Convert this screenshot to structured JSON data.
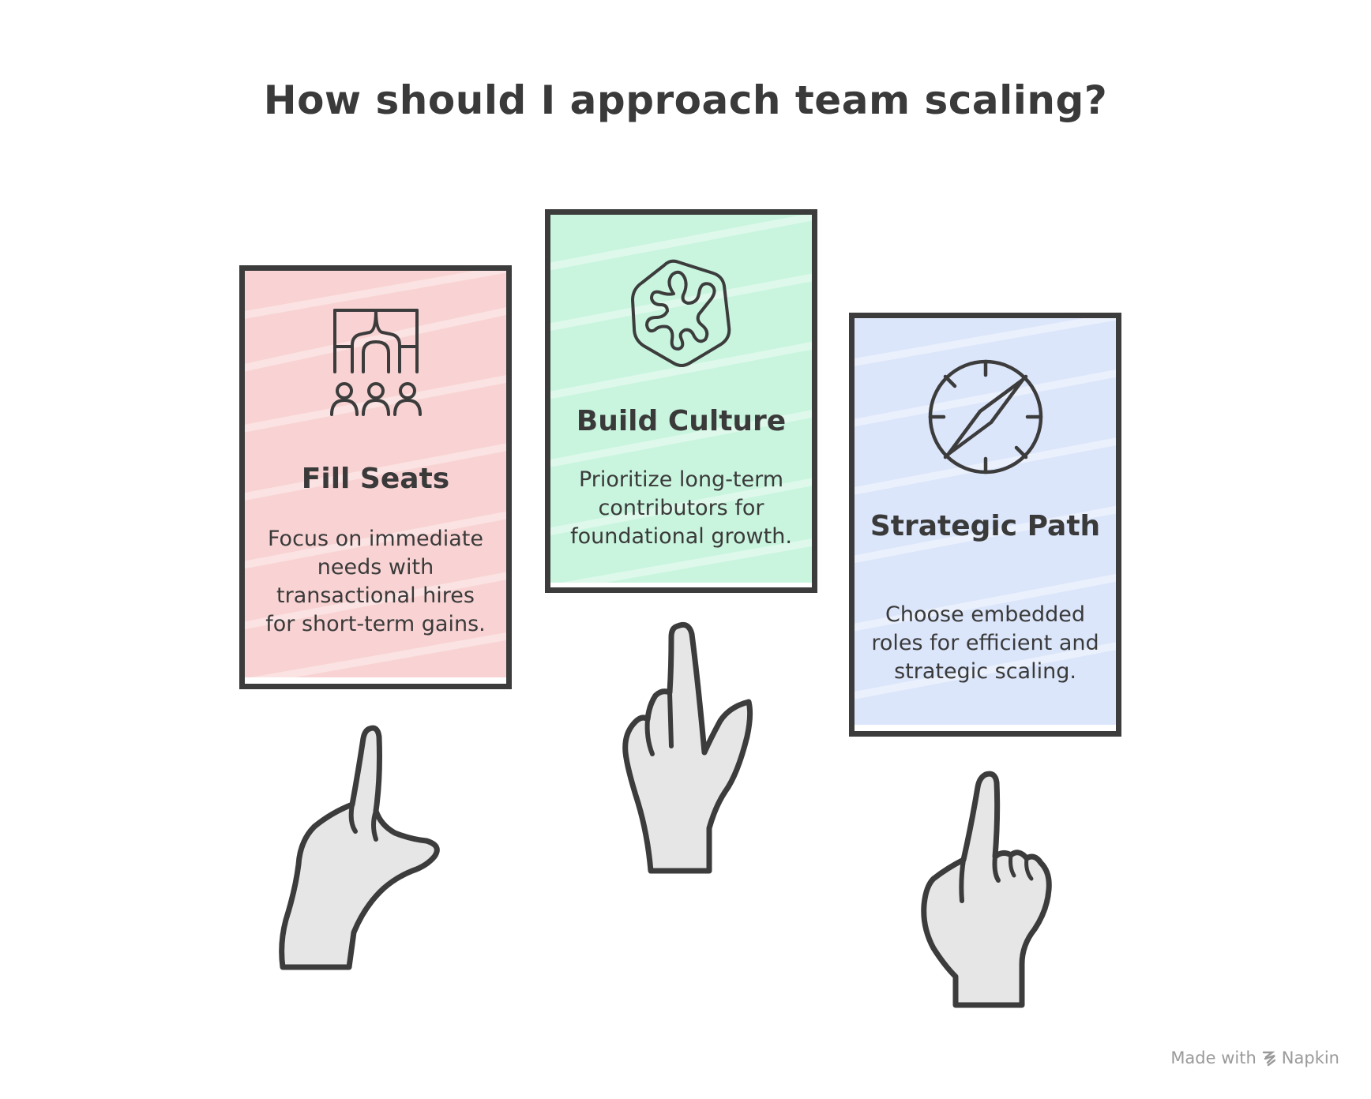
{
  "title": "How should I approach team scaling?",
  "colors": {
    "stroke": "#3c3c3c",
    "hand_fill": "#e6e6e6",
    "card_fill": "#f9d3d3",
    "card_culture": "#c9f5df",
    "card_path": "#dce6fb"
  },
  "cards": [
    {
      "icon": "team-structure-icon",
      "heading": "Fill Seats",
      "body": "Focus on immediate needs with transactional hires for short-term gains."
    },
    {
      "icon": "organic-growth-icon",
      "heading": "Build Culture",
      "body": "Prioritize long-term contributors for foundational growth."
    },
    {
      "icon": "compass-icon",
      "heading": "Strategic Path",
      "body": "Choose embedded roles for efficient and strategic scaling."
    }
  ],
  "footer": {
    "made_with": "Made with",
    "brand": "Napkin"
  }
}
